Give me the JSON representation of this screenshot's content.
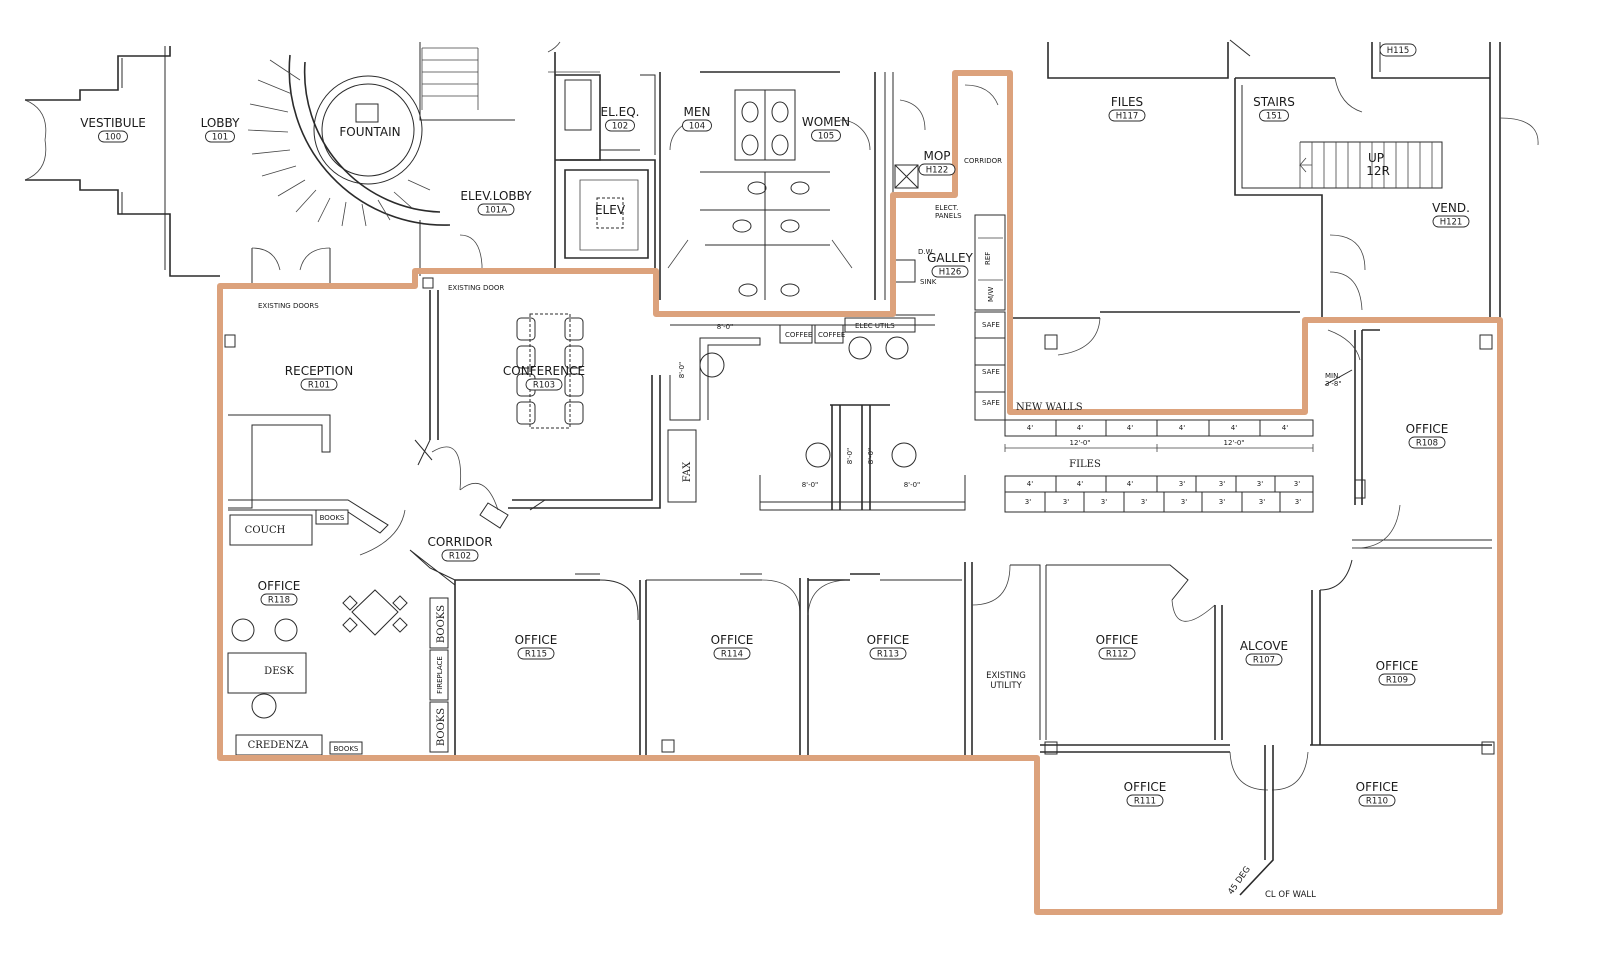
{
  "colors": {
    "highlight": "#dca27c",
    "wall": "#2b2b2b",
    "background": "#ffffff"
  },
  "rooms": [
    {
      "name": "VESTIBULE",
      "num": "100"
    },
    {
      "name": "LOBBY",
      "num": "101"
    },
    {
      "name": "FOUNTAIN",
      "num": ""
    },
    {
      "name": "EL.EQ.",
      "num": "102"
    },
    {
      "name": "MEN",
      "num": "104"
    },
    {
      "name": "WOMEN",
      "num": "105"
    },
    {
      "name": "ELEV.LOBBY",
      "num": "101A"
    },
    {
      "name": "ELEV",
      "num": ""
    },
    {
      "name": "MOP",
      "num": "H122"
    },
    {
      "name": "GALLEY",
      "num": "H126"
    },
    {
      "name": "FILES",
      "num": "H117"
    },
    {
      "name": "STAIRS",
      "num": "151"
    },
    {
      "name": "VEND.",
      "num": "H121"
    },
    {
      "name": "RECEPTION",
      "num": "R101"
    },
    {
      "name": "CONFERENCE",
      "num": "R103"
    },
    {
      "name": "CORRIDOR",
      "num": "R102"
    },
    {
      "name": "OFFICE",
      "num": "R118"
    },
    {
      "name": "OFFICE",
      "num": "R115"
    },
    {
      "name": "OFFICE",
      "num": "R114"
    },
    {
      "name": "OFFICE",
      "num": "R113"
    },
    {
      "name": "OFFICE",
      "num": "R112"
    },
    {
      "name": "ALCOVE",
      "num": "R107"
    },
    {
      "name": "OFFICE",
      "num": "R109"
    },
    {
      "name": "OFFICE",
      "num": "R108"
    },
    {
      "name": "OFFICE",
      "num": "R111"
    },
    {
      "name": "OFFICE",
      "num": "R110"
    }
  ],
  "top_tag": "H115",
  "notes": {
    "existing_doors": "EXISTING DOORS",
    "existing_door": "EXISTING DOOR",
    "new_walls": "NEW WALLS",
    "files": "FILES",
    "existing_utility_1": "EXISTING",
    "existing_utility_2": "UTILITY",
    "corridor_small": "CORRIDOR",
    "elect_panels_1": "ELECT.",
    "elect_panels_2": "PANELS",
    "dw": "D.W.",
    "sink": "SINK",
    "up": "UP",
    "up_risers": "12R",
    "min": "MIN.",
    "min_dim": "3'-8\"",
    "cl_of_wall": "CL OF WALL",
    "deg": "45 DEG",
    "coffee_1": "COFFEE",
    "coffee_2": "COFFEE",
    "elec_util": "ELEC UTILS",
    "ref": "REF",
    "mw": "M/W",
    "safe_1": "SAFE",
    "safe_2": "SAFE",
    "safe_3": "SAFE"
  },
  "furniture": {
    "couch": "COUCH",
    "books": "BOOKS",
    "desk": "DESK",
    "credenza": "CREDENZA",
    "fireplace": "FIREPLACE",
    "fax": "FAX"
  },
  "dims": {
    "eight_ft": "8'-0\"",
    "twelve_ft": "12'-0\"",
    "four": "4'",
    "three": "3'"
  }
}
